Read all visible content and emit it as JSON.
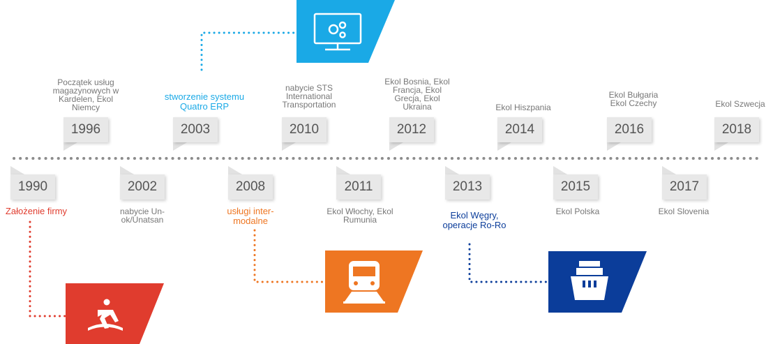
{
  "colors": {
    "grey": "#7a7a7a",
    "timeline_dots": "#8c8c8c",
    "red": "#e03c2e",
    "blue": "#1aa9e6",
    "orange": "#ee7622",
    "navy": "#0b3d9a"
  },
  "milestones": [
    {
      "year": "1990",
      "text": "Założenie firmy"
    },
    {
      "year": "1996",
      "text": "Początek usług magazynowych w Kardelen, Ekol Niemcy"
    },
    {
      "year": "2002",
      "text": "nabycie Un-ok/Unatsan"
    },
    {
      "year": "2003",
      "text": "stworzenie systemu Quatro ERP"
    },
    {
      "year": "2008",
      "text": "usługi inter-modalne"
    },
    {
      "year": "2010",
      "text": "nabycie STS International Transportation"
    },
    {
      "year": "2011",
      "text": "Ekol Włochy, Ekol Rumunia"
    },
    {
      "year": "2012",
      "text": "Ekol Bosnia, Ekol Francja, Ekol Grecja, Ekol Ukraina"
    },
    {
      "year": "2013",
      "text": "Ekol Węgry, operacje Ro-Ro"
    },
    {
      "year": "2014",
      "text": "Ekol Hiszpania"
    },
    {
      "year": "2015",
      "text": "Ekol Polska"
    },
    {
      "year": "2016",
      "text": "Ekol Bułgaria Ekol Czechy"
    },
    {
      "year": "2017",
      "text": "Ekol Slovenia"
    },
    {
      "year": "2018",
      "text": "Ekol Szwecja"
    }
  ],
  "icons": [
    {
      "name": "runner-start-icon",
      "milestone": "1990"
    },
    {
      "name": "computer-gears-icon",
      "milestone": "2003"
    },
    {
      "name": "train-icon",
      "milestone": "2008"
    },
    {
      "name": "ship-icon",
      "milestone": "2013"
    }
  ]
}
